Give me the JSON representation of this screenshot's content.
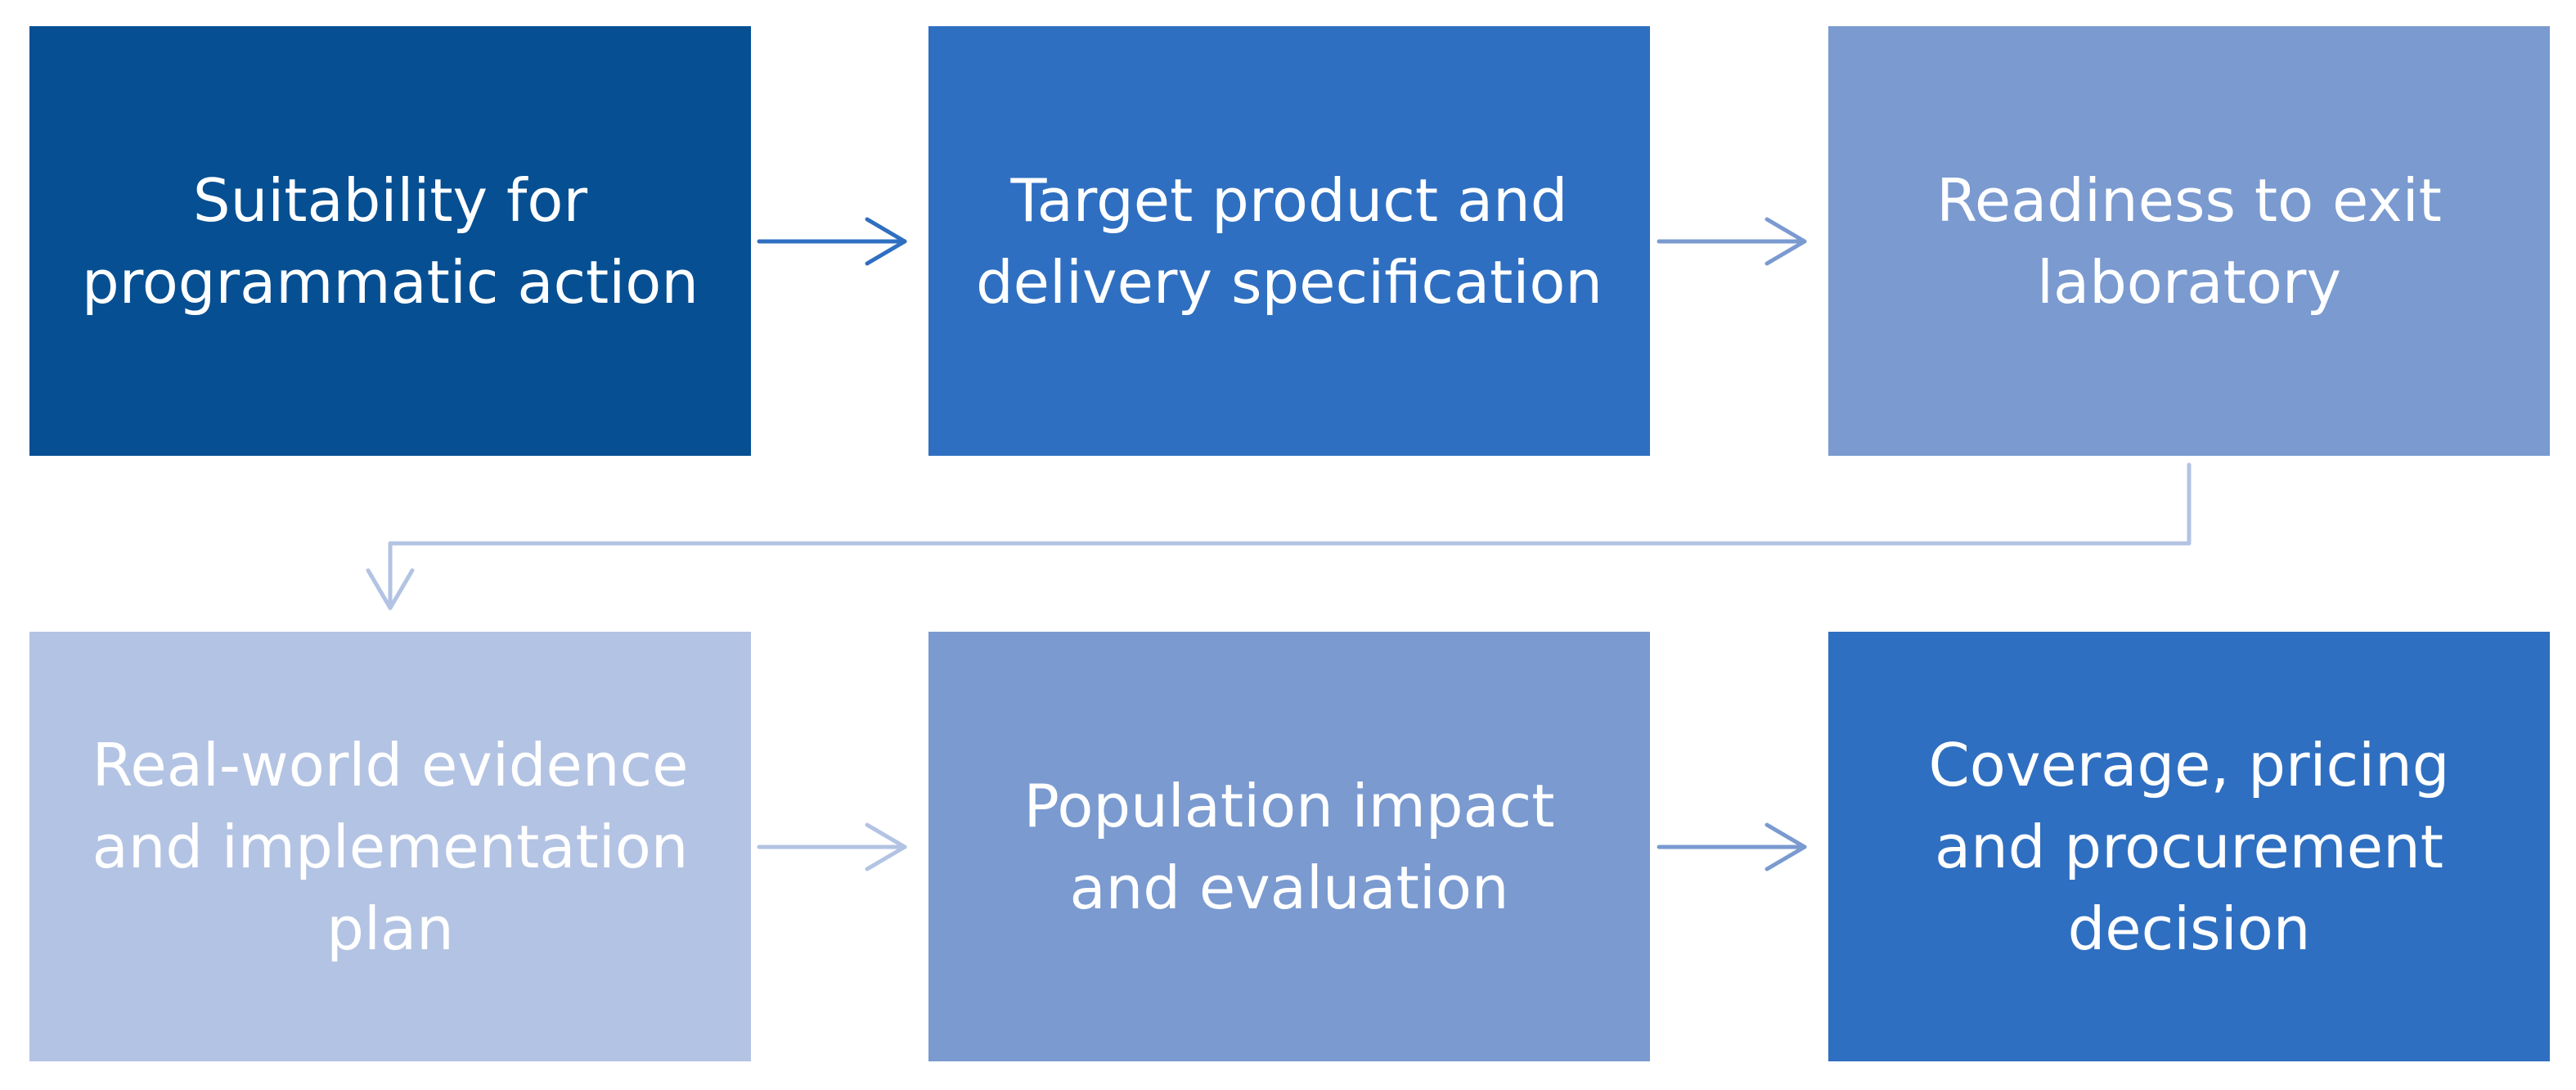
{
  "colors": {
    "navy": "#064f93",
    "blue": "#2f6fc1",
    "mid_blue": "#7a9ad0",
    "light_blue": "#b3c3e3"
  },
  "steps": [
    {
      "label": "Suitability for\nprogrammatic action",
      "color": "#064f93"
    },
    {
      "label": "Target product and\ndelivery specification",
      "color": "#2f6fc1"
    },
    {
      "label": "Readiness to exit\nlaboratory",
      "color": "#7a9ad0"
    },
    {
      "label": "Real-world evidence\nand implementation\nplan",
      "color": "#b3c3e3"
    },
    {
      "label": "Population impact\nand evaluation",
      "color": "#7a9ad0"
    },
    {
      "label": "Coverage, pricing\nand procurement\ndecision",
      "color": "#2f6fc1"
    }
  ],
  "arrows": {
    "a1": "#2f6fc1",
    "a2": "#7a9ad0",
    "a3": "#b3c3e3",
    "a4": "#b3c3e3",
    "a5": "#7a9ad0"
  }
}
